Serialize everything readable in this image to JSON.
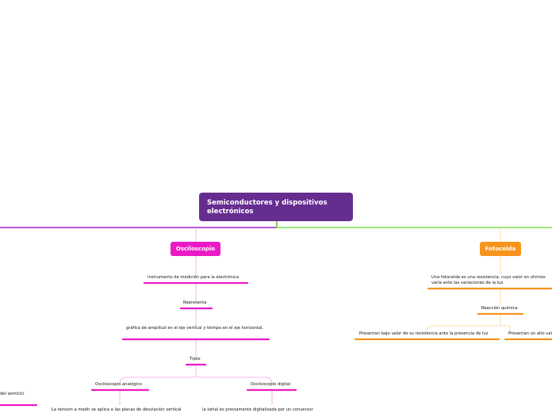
{
  "root": {
    "title": "Semiconductores y dispositivos electrónicos"
  },
  "osciloscopio": {
    "label": "Osciloscopio",
    "definicion": "instrumento de medición para la electrónica",
    "representa": "Representa",
    "grafica": "gráfica de amplitud en el eje vertical y tiempo en el eje horizontal.",
    "tipos": "Tipos",
    "analogico": "Osciloscopio analógico",
    "analogico_desc": "La tension a medir se aplica a las placas de desviación vertical",
    "digital": "Osciloscopio digital",
    "digital_desc": "la señal es previamente digitalizada por un conversor"
  },
  "fotocelda": {
    "label": "Fotocelda",
    "definicion": "Una fotocelda es una resistencia, cuyo valor en ohmios varía ante las variaciones de la luz.",
    "reaccion": "Reacción quimica",
    "bajo": "Presentan bajo valor de su resistencia ante la presencia de luz",
    "alto": "Presentan un alto valor"
  },
  "left_edge": {
    "text": "del semicicl"
  },
  "colors": {
    "root": "#662d91",
    "osciloscopio": "#ec1ac6",
    "fotocelda": "#f7941d",
    "left_branch": "#a020c8",
    "right_branch": "#7ce04a"
  }
}
